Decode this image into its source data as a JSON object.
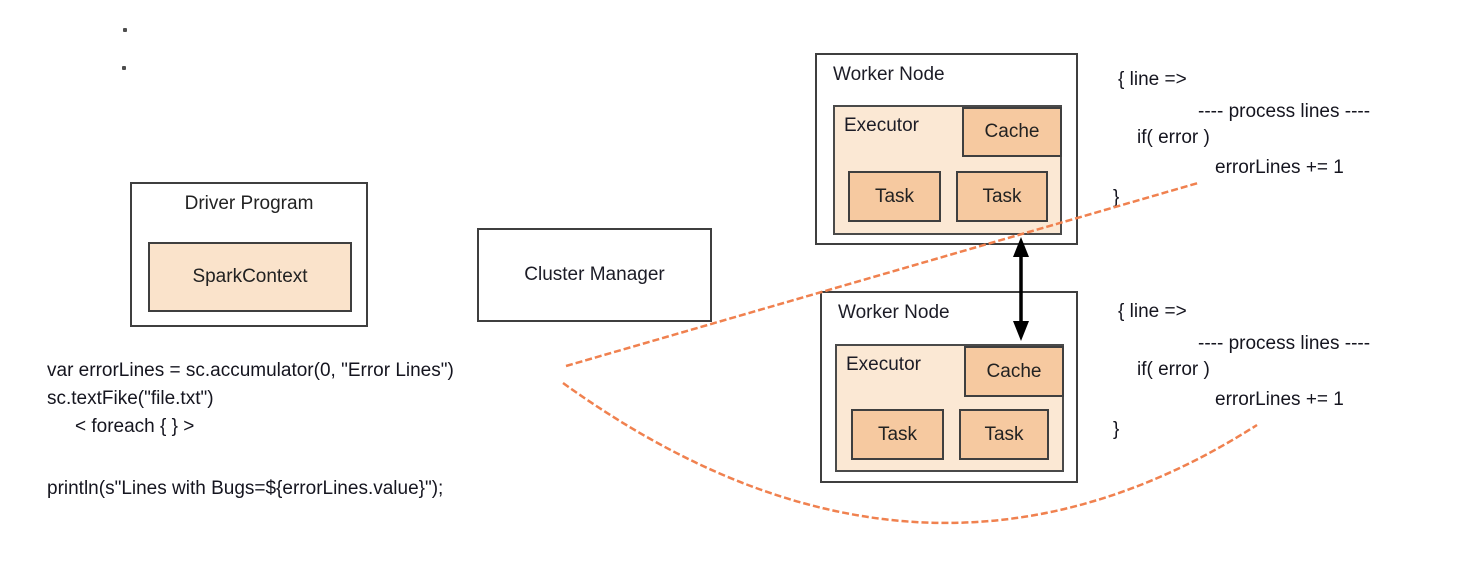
{
  "title": "Spark accumulator architecture diagram",
  "colors": {
    "peach_light": "#fbe8d4",
    "peach_mid": "#fae3cb",
    "peach_dark": "#f6c9a0",
    "orange_connector": "#f0814f",
    "box_border": "#3f3f3f",
    "arrow": "#000000"
  },
  "driver": {
    "title": "Driver Program",
    "spark_context": "SparkContext"
  },
  "cluster_manager": {
    "title": "Cluster Manager"
  },
  "workers": [
    {
      "title": "Worker Node",
      "executor_label": "Executor",
      "cache_label": "Cache",
      "task1_label": "Task",
      "task2_label": "Task"
    },
    {
      "title": "Worker Node",
      "executor_label": "Executor",
      "cache_label": "Cache",
      "task1_label": "Task",
      "task2_label": "Task"
    }
  ],
  "driver_code": {
    "line1": "var errorLines  =  sc.accumulator(0, \"Error Lines\")",
    "line2": "sc.textFike(\"file.txt\")",
    "line3": "<  foreach {  }  >",
    "line4": "println(s\"Lines with Bugs=${errorLines.value}\");"
  },
  "closures": [
    {
      "line1": "{ line =>",
      "line2": "----   process lines ----",
      "line3": "if( error )",
      "line4": "errorLines += 1",
      "line5": "}"
    },
    {
      "line1": "{ line =>",
      "line2": "----   process lines ----",
      "line3": "if( error )",
      "line4": "errorLines += 1",
      "line5": "}"
    }
  ]
}
